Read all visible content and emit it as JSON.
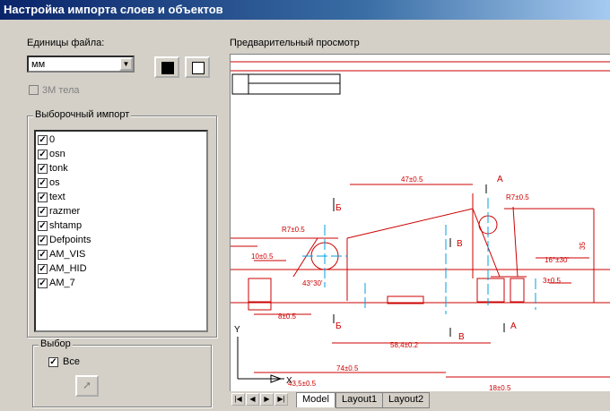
{
  "window": {
    "title": "Настройка импорта слоев и объектов"
  },
  "units": {
    "label": "Единицы файла:",
    "value": "мм"
  },
  "solids": {
    "label": "3М тела"
  },
  "selective": {
    "title": "Выборочный импорт",
    "layers": [
      {
        "name": "0",
        "checked": true
      },
      {
        "name": "osn",
        "checked": true
      },
      {
        "name": "tonk",
        "checked": true
      },
      {
        "name": "os",
        "checked": true
      },
      {
        "name": "text",
        "checked": true
      },
      {
        "name": "razmer",
        "checked": true
      },
      {
        "name": "shtamp",
        "checked": true
      },
      {
        "name": "Defpoints",
        "checked": true
      },
      {
        "name": "AM_VIS",
        "checked": true
      },
      {
        "name": "AM_HID",
        "checked": true
      },
      {
        "name": "AM_7",
        "checked": true
      }
    ]
  },
  "choice": {
    "title": "Выбор",
    "all_label": "Все"
  },
  "preview": {
    "label": "Предварительный просмотр",
    "dims": [
      "47±0.5",
      "R7±0.5",
      "R7±0.5",
      "10±0.5",
      "43°30'",
      "16°±30'",
      "3±0.5",
      "8±0.5",
      "58,4±0.2",
      "74±0.5",
      "43,5±0.5",
      "18±0.5",
      "35"
    ],
    "marks": [
      "А",
      "А",
      "Б",
      "Б",
      "В",
      "В"
    ],
    "axes": {
      "y": "Y",
      "x": "X"
    }
  },
  "tabs": {
    "items": [
      "Model",
      "Layout1",
      "Layout2"
    ],
    "active": "Model"
  },
  "colors": {
    "drawing_red": "#cc0000",
    "center_cyan": "#00a0e0"
  }
}
